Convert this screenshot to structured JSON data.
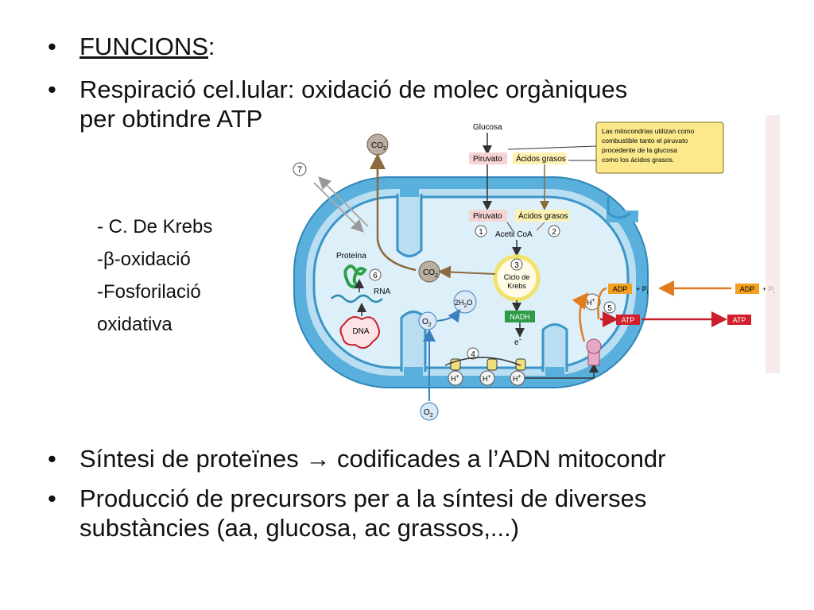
{
  "slide": {
    "bullet_glyph": "•",
    "bullets": [
      {
        "text": "FUNCIONS",
        "suffix": ":"
      },
      {
        "line1": "Respiració cel.lular: oxidació de molec orgàniques",
        "line2": "per obtindre ATP"
      },
      {
        "before_arrow": "Síntesi de proteïnes ",
        "arrow": "→",
        "after_arrow": " codificades a l’ADN mitocondr"
      },
      {
        "line1": "Producció de precursors per a la síntesi de diverses",
        "line2": "substàncies (aa, glucosa, ac grassos,...)"
      }
    ],
    "subitems": [
      "- C. De Krebs",
      "-β-oxidació",
      "-Fosforilació",
      "oxidativa"
    ]
  },
  "diagram": {
    "glucosa": "Glucosa",
    "piruvato": "Piruvato",
    "acidos_grasos": "Ácidos grasos",
    "note_lines": [
      "Las mitocondrias utilizan como",
      "combustible tanto el piruvato",
      "procedente de la glucosa",
      "como los ácidos grasos."
    ],
    "co2": "CO",
    "co2_sub": "2",
    "acetil_coa": "Acetil CoA",
    "ciclo_lines": [
      "Ciclo de",
      "Krebs"
    ],
    "nadh": "NADH",
    "electron": "e",
    "electron_sup": "−",
    "o2": "O",
    "o2_sub": "2",
    "water": "2H",
    "water_sub": "2",
    "water_end": "O",
    "h_plus": "H",
    "h_plus_sup": "+",
    "adp": "ADP",
    "pi": "+ P",
    "pi_sub": "i",
    "atp": "ATP",
    "proteina": "Proteína",
    "rna": "RNA",
    "dna": "DNA",
    "steps": [
      "1",
      "2",
      "3",
      "4",
      "5",
      "6",
      "7"
    ],
    "colors": {
      "outer_membrane": "#5ab0dc",
      "matrix": "#ddf0fa",
      "brown_arrow": "#8b6a3e",
      "note_bg": "#fbe98c",
      "pink_box": "#f6d4d4",
      "yellow_box": "#fdf1b3",
      "nadh_green": "#2f9a47",
      "atp_red": "#d21f2b",
      "adp_orange": "#f1a01f"
    }
  }
}
